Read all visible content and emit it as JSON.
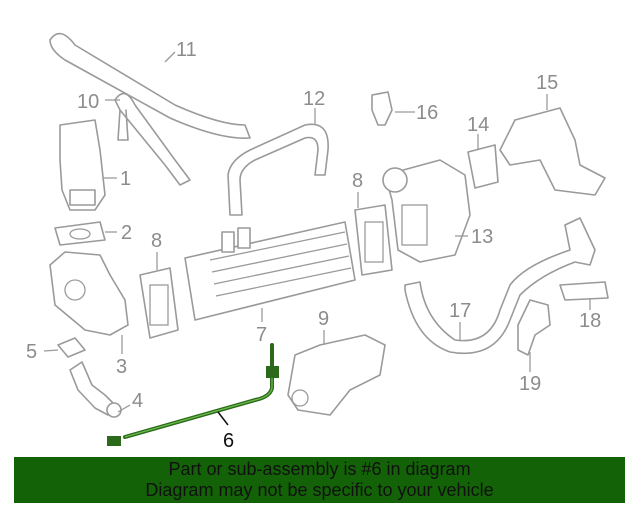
{
  "diagram": {
    "labels": [
      "1",
      "2",
      "3",
      "4",
      "5",
      "6",
      "7",
      "8",
      "8",
      "9",
      "10",
      "11",
      "12",
      "13",
      "14",
      "15",
      "16",
      "17",
      "18",
      "19"
    ],
    "highlighted_part": "6",
    "highlight_color": "#2a6a1a"
  },
  "banner": {
    "line1": "Part or sub-assembly is #6 in diagram",
    "line2": "Diagram may not be specific to your vehicle",
    "color": "#136207"
  }
}
